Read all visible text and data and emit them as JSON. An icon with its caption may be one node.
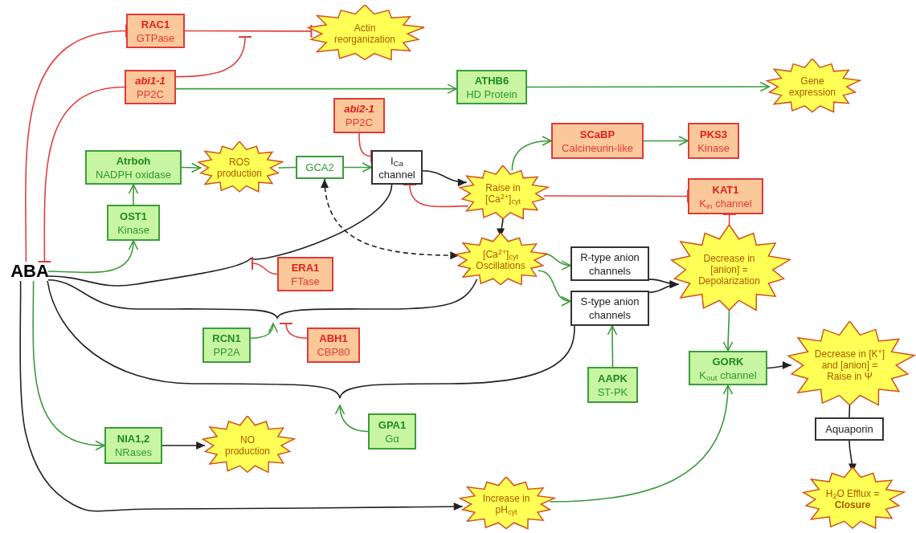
{
  "diagram": {
    "nodes": [
      {
        "text": [
          "ABA"
        ]
      },
      {
        "text": [
          "RAC1",
          "GTPase"
        ]
      },
      {
        "text": [
          "Actin reorganization"
        ]
      },
      {
        "text": [
          "abi1-1",
          "PP2C"
        ]
      },
      {
        "text": [
          "ATHB6",
          "HD Protein"
        ]
      },
      {
        "text": [
          "Gene expression"
        ]
      },
      {
        "text": [
          "abi2-1",
          "PP2C"
        ]
      },
      {
        "text": [
          "Atrboh",
          "NADPH oxidase"
        ]
      },
      {
        "text": [
          "ROS production"
        ]
      },
      {
        "text": [
          "GCA2"
        ]
      },
      {
        "text": [
          "I$_{Ca}$ channel"
        ]
      },
      {
        "text": [
          "SCaBP",
          "Calcineurin-like"
        ]
      },
      {
        "text": [
          "PKS3",
          "Kinase"
        ]
      },
      {
        "text": [
          "Raise in [Ca$^{2+}$]$_{cyt}$"
        ]
      },
      {
        "text": [
          "KAT1",
          "K$_{in}$ channel"
        ]
      },
      {
        "text": [
          "OST1",
          "Kinase"
        ]
      },
      {
        "text": [
          "ERA1",
          "FTase"
        ]
      },
      {
        "text": [
          "[Ca$^{2+}$]$_{cyt}$ Oscillations"
        ]
      },
      {
        "text": [
          "R-type anion channels"
        ]
      },
      {
        "text": [
          "S-type anion channels"
        ]
      },
      {
        "text": [
          "Decrease in [anion] = Depolarization"
        ]
      },
      {
        "text": [
          "RCN1",
          "PP2A"
        ]
      },
      {
        "text": [
          "ABH1",
          "CBP80"
        ]
      },
      {
        "text": [
          "GORK",
          "K$_{out}$ channel"
        ]
      },
      {
        "text": [
          "Decrease in [K$^{+}$] and [anion] = Raise in Ψ"
        ]
      },
      {
        "text": [
          "AAPK",
          "ST-PK"
        ]
      },
      {
        "text": [
          "GPA1",
          "Gα"
        ]
      },
      {
        "text": [
          "NIA1,2",
          "NRases"
        ]
      },
      {
        "text": [
          "NO production"
        ]
      },
      {
        "text": [
          "Aquaporin"
        ]
      },
      {
        "text": [
          "Increase in pH$_{cyt}$"
        ]
      },
      {
        "text": [
          "H$_{2}$O Efflux = **Closure**"
        ]
      }
    ],
    "edges": [
      {
        "from": 0,
        "to": 1,
        "arrow": "other",
        "color": "#e04040"
      },
      {
        "from": 1,
        "to": 2,
        "arrow": "other",
        "color": "#e04040"
      },
      {
        "from": 3,
        "to": null,
        "arrow": "other",
        "color": "#e04040"
      },
      {
        "from": 3,
        "to": 4,
        "arrow": "to"
      },
      {
        "from": 4,
        "to": 5,
        "arrow": "to"
      },
      {
        "from": 3,
        "to": 0,
        "arrow": "other",
        "color": "#e04040"
      },
      {
        "from": 6,
        "to": 10,
        "arrow": "other",
        "color": "#e04040"
      },
      {
        "from": 7,
        "to": 8,
        "arrow": "to"
      },
      {
        "from": 8,
        "to": 9,
        "arrow": "none"
      },
      {
        "from": 9,
        "to": 10,
        "arrow": "to"
      },
      {
        "from": 15,
        "to": 7,
        "arrow": "to"
      },
      {
        "from": 0,
        "to": 15,
        "arrow": "to"
      },
      {
        "from": 10,
        "to": 13,
        "arrow": "to",
        "color": "#222222"
      },
      {
        "from": 13,
        "to": 11,
        "arrow": "to"
      },
      {
        "from": 11,
        "to": 12,
        "arrow": "to"
      },
      {
        "from": 13,
        "to": 14,
        "arrow": "other",
        "color": "#e04040"
      },
      {
        "from": 13,
        "to": 10,
        "arrow": "other",
        "color": "#e04040"
      },
      {
        "from": 13,
        "to": 17,
        "arrow": "to",
        "color": "#222222"
      },
      {
        "from": 9,
        "to": 17,
        "arrow": "both",
        "style": "dashed",
        "color": "#222222"
      },
      {
        "from": 17,
        "to": 18,
        "arrow": "to"
      },
      {
        "from": 17,
        "to": 19,
        "arrow": "to"
      },
      {
        "from": 18,
        "to": 20,
        "arrow": "to",
        "color": "#222222"
      },
      {
        "from": 19,
        "to": 20,
        "arrow": "to",
        "color": "#222222"
      },
      {
        "from": 20,
        "to": 14,
        "arrow": "other",
        "color": "#e04040"
      },
      {
        "from": 20,
        "to": 23,
        "arrow": "to"
      },
      {
        "from": 23,
        "to": 24,
        "arrow": "to",
        "color": "#222222"
      },
      {
        "from": 24,
        "to": 29,
        "arrow": "none",
        "color": "#222222"
      },
      {
        "from": 29,
        "to": 31,
        "arrow": "to",
        "color": "#222222"
      },
      {
        "from": 25,
        "to": 19,
        "arrow": "to"
      },
      {
        "from": 0,
        "to": 10,
        "arrow": "none",
        "color": "#222222"
      },
      {
        "from": 16,
        "to": null,
        "arrow": "other",
        "color": "#e04040"
      },
      {
        "from": 0,
        "to": 17,
        "arrow": "none",
        "color": "#222222"
      },
      {
        "from": 21,
        "to": null,
        "arrow": "to"
      },
      {
        "from": 22,
        "to": null,
        "arrow": "other",
        "color": "#e04040"
      },
      {
        "from": 0,
        "to": 19,
        "arrow": "none",
        "color": "#222222"
      },
      {
        "from": 26,
        "to": null,
        "arrow": "to"
      },
      {
        "from": 0,
        "to": 27,
        "arrow": "to"
      },
      {
        "from": 27,
        "to": 28,
        "arrow": "to",
        "color": "#222222"
      },
      {
        "from": 0,
        "to": 30,
        "arrow": "to",
        "color": "#222222"
      },
      {
        "from": 30,
        "to": 23,
        "arrow": "to"
      }
    ]
  }
}
